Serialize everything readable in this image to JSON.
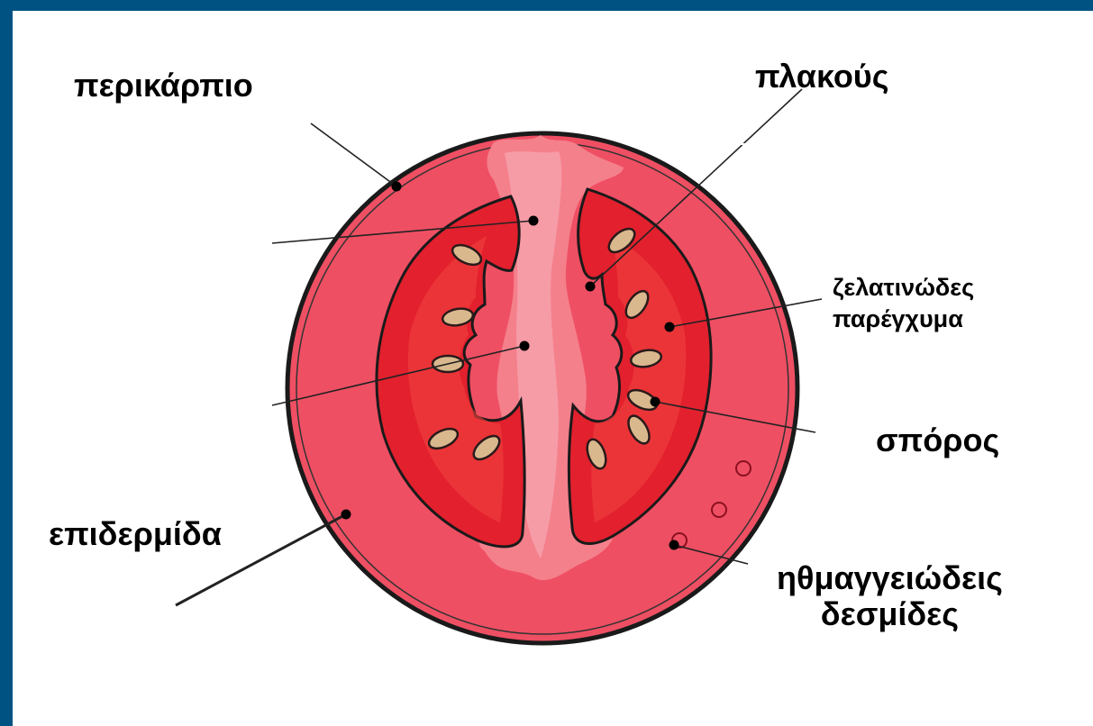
{
  "labels": {
    "pericarp": "περικάρπιο",
    "placenta": "πλακούς",
    "gel_line1": "ζελατινώδες",
    "gel_line2": "παρέγχυμα",
    "seed": "σπόρος",
    "epidermis": "επιδερμίδα",
    "vascular_line1": "ηθμαγγειώδεις",
    "vascular_line2": "δεσμίδες"
  },
  "colors": {
    "frame": "#005282",
    "pericarp": "#ef4f63",
    "locule_outer": "#e3202e",
    "locule_inner": "#f0433f",
    "core": "#f4808c",
    "core_light": "#f7b3bc",
    "seed": "#d9b88e",
    "outline": "#1a1a1a"
  }
}
